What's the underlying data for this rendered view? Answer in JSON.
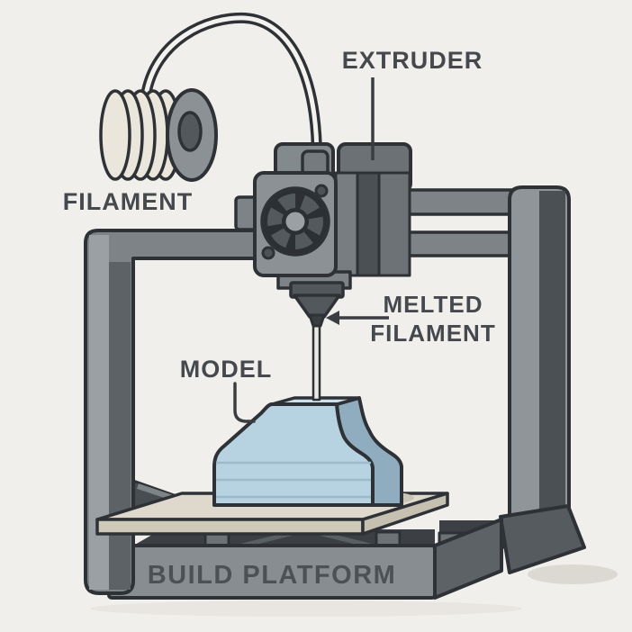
{
  "diagram": {
    "labels": {
      "filament": "FILAMENT",
      "extruder": "EXTRUDER",
      "melted_line1": "MELTED",
      "melted_line2": "FILAMENT",
      "model": "MODEL",
      "build_platform": "BUILD PLATFORM"
    }
  },
  "colors": {
    "background": "#f1efeb",
    "outline": "#2e3236",
    "label_text": "#45494d",
    "base_text": "#4d5155",
    "frame_mid": "#7d8387",
    "frame_light": "#9aa0a4",
    "frame_dark": "#5d6266",
    "frame_darker": "#4b5054",
    "column_light": "#8f9599",
    "carriage_light": "#787d81",
    "carriage_dark": "#4b5054",
    "carriage_mid": "#6d7276",
    "body_gray": "#8b9195",
    "block_light": "#838a8e",
    "block_dark": "#6b7175",
    "connector_gray": "#747a7e",
    "fan_housing": "#2c3034",
    "fan_blade": "#54595d",
    "fan_hub": "#9aa0a4",
    "screw_gray": "#4d5256",
    "nozzle_dark": "#53585c",
    "nozzle_tip": "#3a3e42",
    "spool_cream": "#eae6db",
    "spool_cap": "#8b9195",
    "spool_hole": "#53585c",
    "tube_white": "#f4f2ee",
    "strand_white": "#eceae6",
    "model_front": "#b7d2e0",
    "model_side": "#8fadbe",
    "model_top": "#cde0ea",
    "model_line": "#9cbac9",
    "plate_top": "#ded9cc",
    "plate_front": "#cfc9ba",
    "plate_side": "#c6c0b1",
    "plate_shadow": "#cbc5b7",
    "base_front": "#878d91",
    "base_side": "#5d6266",
    "foot_gray": "#565b5f",
    "under_dark": "#3c4044",
    "wedge_dark": "#484d51",
    "brace_gray": "#596064",
    "shadow": "#dcd9d3",
    "shadow_faint": "#e9e6e1"
  }
}
